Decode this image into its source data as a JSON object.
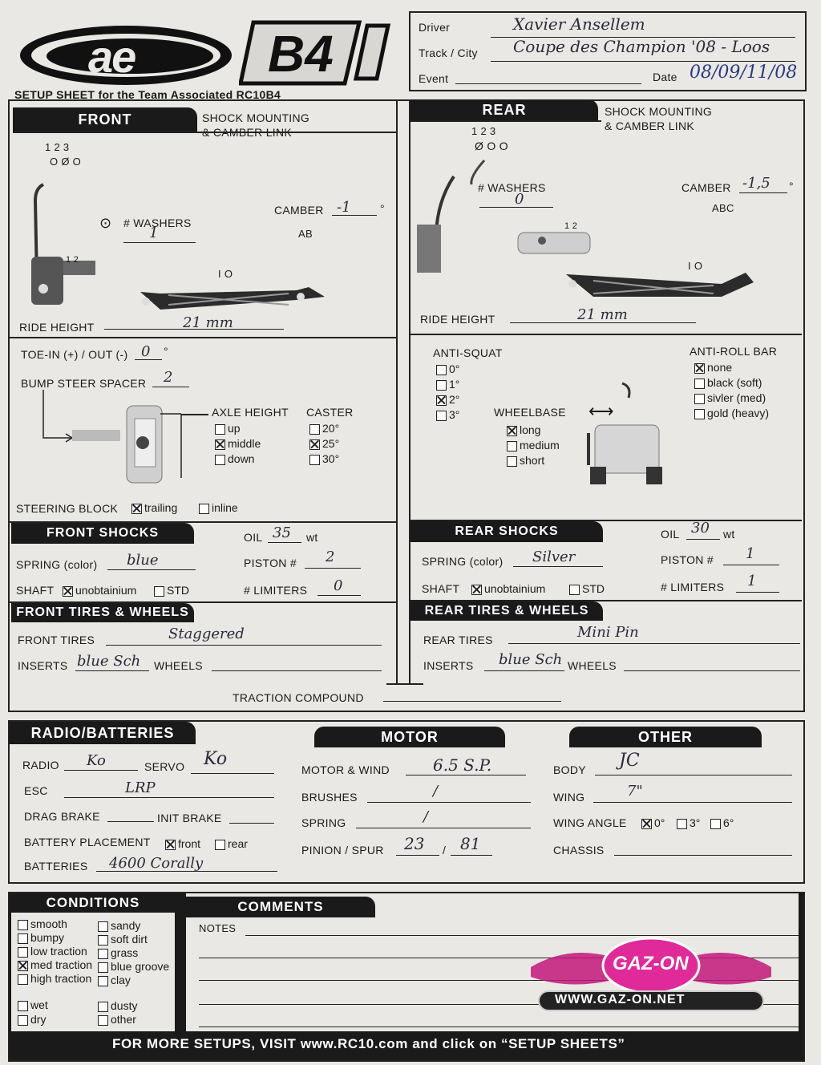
{
  "brand": {
    "logo_text": "ae",
    "model_text": "B4"
  },
  "header": {
    "setup_title": "SETUP SHEET for the Team Associated RC10B4",
    "driver_label": "Driver",
    "driver_value": "Xavier Ansellem",
    "track_label": "Track / City",
    "track_value": "Coupe des Champion '08 - Loos",
    "event_label": "Event",
    "event_value": "",
    "date_label": "Date",
    "date_value": "08/09/11/08"
  },
  "front": {
    "title": "FRONT",
    "shock_mount_label": "SHOCK MOUNTING\n& CAMBER LINK",
    "holes_top": "1 2 3",
    "holes_bottom": "O Ø O",
    "washers_label": "# WASHERS",
    "washers_value": "1",
    "camber_label": "CAMBER",
    "camber_value": "-1",
    "deg": "°",
    "ab_label": "AB",
    "io_label": "I O",
    "hole_12": "1 2",
    "ride_height_label": "RIDE HEIGHT",
    "ride_height_value": "21 mm",
    "toe_label": "TOE-IN (+) / OUT (-)",
    "toe_value": "0",
    "bump_label": "BUMP STEER SPACER",
    "bump_value": "2",
    "axle_label": "AXLE HEIGHT",
    "axle_options": [
      "up",
      "middle",
      "down"
    ],
    "caster_label": "CASTER",
    "caster_options": [
      "20°",
      "25°",
      "30°"
    ],
    "steering_label": "STEERING BLOCK",
    "steering_options": [
      "trailing",
      "inline"
    ]
  },
  "rear": {
    "title": "REAR",
    "shock_mount_label": "SHOCK MOUNTING\n& CAMBER LINK",
    "holes_top": "1 2 3",
    "washers_label": "# WASHERS",
    "washers_value": "0",
    "camber_label": "CAMBER",
    "camber_value": "-1,5",
    "abc_label": "ABC",
    "io_label": "I O",
    "hole_12": "1 2",
    "ride_height_label": "RIDE HEIGHT",
    "ride_height_value": "21 mm",
    "antisquat_label": "ANTI-SQUAT",
    "antisquat_options": [
      "0°",
      "1°",
      "2°",
      "3°"
    ],
    "wheelbase_label": "WHEELBASE",
    "wheelbase_options": [
      "long",
      "medium",
      "short"
    ],
    "antiroll_label": "ANTI-ROLL BAR",
    "antiroll_options": [
      "none",
      "black (soft)",
      "sivler (med)",
      "gold (heavy)"
    ]
  },
  "front_shocks": {
    "title": "FRONT SHOCKS",
    "oil_label": "OIL",
    "oil_value": "35",
    "wt": "wt",
    "spring_label": "SPRING (color)",
    "spring_value": "blue",
    "piston_label": "PISTON #",
    "piston_value": "2",
    "shaft_label": "SHAFT",
    "shaft_opt1": "unobtainium",
    "shaft_opt2": "STD",
    "limiters_label": "# LIMITERS",
    "limiters_value": "0"
  },
  "rear_shocks": {
    "title": "REAR SHOCKS",
    "oil_label": "OIL",
    "oil_value": "30",
    "wt": "wt",
    "spring_label": "SPRING (color)",
    "spring_value": "Silver",
    "piston_label": "PISTON #",
    "piston_value": "1",
    "shaft_label": "SHAFT",
    "shaft_opt1": "unobtainium",
    "shaft_opt2": "STD",
    "limiters_label": "# LIMITERS",
    "limiters_value": "1"
  },
  "front_tires": {
    "title": "FRONT TIRES & WHEELS",
    "tires_label": "FRONT TIRES",
    "tires_value": "Staggered",
    "inserts_label": "INSERTS",
    "inserts_value": "blue Sch",
    "wheels_label": "WHEELS",
    "wheels_value": ""
  },
  "rear_tires": {
    "title": "REAR TIRES & WHEELS",
    "tires_label": "REAR TIRES",
    "tires_value": "Mini Pin",
    "inserts_label": "INSERTS",
    "inserts_value": "blue Sch",
    "wheels_label": "WHEELS",
    "wheels_value": ""
  },
  "traction_label": "TRACTION COMPOUND",
  "radio": {
    "title": "RADIO/BATTERIES",
    "radio_label": "RADIO",
    "radio_value": "Ko",
    "servo_label": "SERVO",
    "servo_value": "Ko",
    "esc_label": "ESC",
    "esc_value": "LRP",
    "drag_label": "DRAG BRAKE",
    "init_label": "INIT BRAKE",
    "placement_label": "BATTERY PLACEMENT",
    "placement_opt1": "front",
    "placement_opt2": "rear",
    "batteries_label": "BATTERIES",
    "batteries_value": "4600 Corally"
  },
  "motor": {
    "title": "MOTOR",
    "wind_label": "MOTOR & WIND",
    "wind_value": "6.5 S.P.",
    "brushes_label": "BRUSHES",
    "brushes_value": "/",
    "spring_label": "SPRING",
    "spring_value": "/",
    "pinion_label": "PINION / SPUR",
    "pinion_value": "23",
    "spur_value": "81",
    "slash": "/"
  },
  "other": {
    "title": "OTHER",
    "body_label": "BODY",
    "body_value": "JC",
    "wing_label": "WING",
    "wing_value": "7\"",
    "wing_angle_label": "WING ANGLE",
    "wing_opts": [
      "0°",
      "3°",
      "6°"
    ],
    "chassis_label": "CHASSIS",
    "chassis_value": ""
  },
  "conditions": {
    "title": "CONDITIONS",
    "col1": [
      "smooth",
      "bumpy",
      "low traction",
      "med traction",
      "high traction"
    ],
    "col2": [
      "sandy",
      "soft dirt",
      "grass",
      "blue groove",
      "clay"
    ],
    "col3": [
      "wet",
      "dry"
    ],
    "col4": [
      "dusty",
      "other"
    ]
  },
  "comments": {
    "title": "COMMENTS",
    "notes_label": "NOTES"
  },
  "watermark": {
    "brand": "GAZ-ON",
    "url": "WWW.GAZ-ON.NET"
  },
  "footer": "FOR MORE SETUPS, VISIT www.RC10.com and click on “SETUP SHEETS”"
}
